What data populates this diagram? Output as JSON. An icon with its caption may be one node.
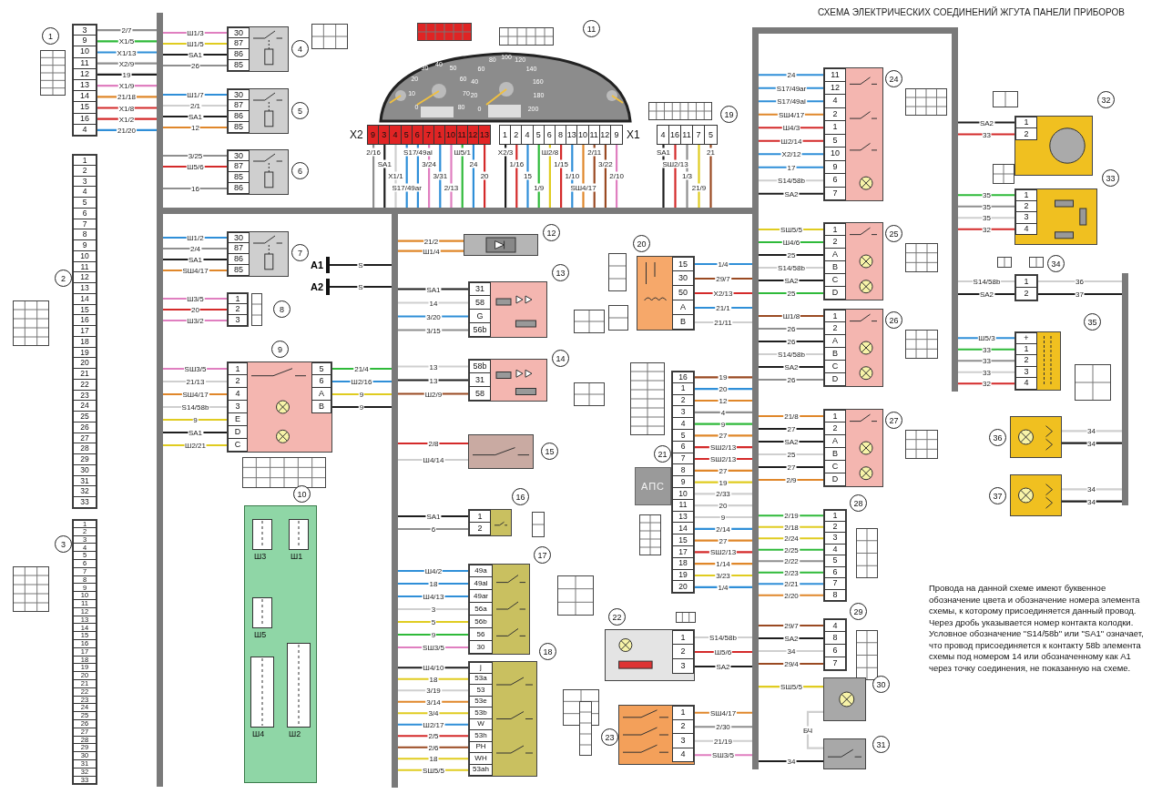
{
  "diagram": {
    "title": "СХЕМА ЭЛЕКТРИЧЕСКИХ СОЕДИНЕНИЙ ЖГУТА ПАНЕЛИ ПРИБОРОВ",
    "nodes": [
      {
        "text": [],
        "shape": "bar"
      },
      {
        "text": [],
        "shape": "bar"
      },
      {
        "text": [],
        "shape": "bar"
      },
      {
        "text": [],
        "shape": "bar"
      },
      {
        "text": [],
        "shape": "bar"
      },
      {
        "text": [
          "3",
          "9",
          "10",
          "11",
          "12",
          "13",
          "14",
          "15",
          "16",
          "4"
        ],
        "beside": [
          "1"
        ]
      },
      {
        "text": [
          "1",
          "2",
          "3",
          "4",
          "5",
          "6",
          "7",
          "8",
          "9",
          "10",
          "11",
          "12",
          "13",
          "14",
          "15",
          "16",
          "17",
          "18",
          "19",
          "20",
          "21",
          "22",
          "23",
          "24",
          "25",
          "26",
          "27",
          "28",
          "29",
          "30",
          "31",
          "32",
          "33"
        ],
        "beside": [
          "2"
        ]
      },
      {
        "text": [
          "1",
          "2",
          "3",
          "4",
          "5",
          "6",
          "7",
          "8",
          "9",
          "10",
          "11",
          "12",
          "13",
          "14",
          "15",
          "16",
          "17",
          "18",
          "19",
          "20",
          "21",
          "22",
          "23",
          "24",
          "25",
          "26",
          "27",
          "28",
          "29",
          "30",
          "31",
          "32",
          "33"
        ],
        "beside": [
          "3"
        ]
      },
      {
        "text": [
          "30",
          "87",
          "86",
          "85"
        ],
        "beside": [
          "4"
        ]
      },
      {
        "text": [
          "30",
          "87",
          "86",
          "85"
        ],
        "beside": [
          "5"
        ]
      },
      {
        "text": [
          "30",
          "87",
          "85",
          "86"
        ],
        "beside": [
          "6"
        ]
      },
      {
        "text": [
          "30",
          "87",
          "86",
          "85"
        ],
        "beside": [
          "7"
        ]
      },
      {
        "text": [
          "1",
          "2",
          "3"
        ],
        "beside": [
          "8"
        ]
      },
      {
        "text": [
          "1",
          "2",
          "4",
          "3",
          "E",
          "D",
          "C",
          "5",
          "6",
          "A",
          "B"
        ],
        "beside": [
          "9"
        ]
      },
      {
        "text": [
          "A1"
        ]
      },
      {
        "text": [
          "A2"
        ]
      },
      {
        "text": [],
        "shape": "box",
        "beside": [
          "12"
        ]
      },
      {
        "text": [
          "31",
          "58",
          "G",
          "56b"
        ],
        "beside": [
          "13"
        ]
      },
      {
        "text": [
          "58b",
          "31",
          "58"
        ],
        "beside": [
          "14"
        ]
      },
      {
        "text": [],
        "shape": "box",
        "beside": [
          "15"
        ]
      },
      {
        "text": [
          "1",
          "2"
        ],
        "beside": [
          "16"
        ]
      },
      {
        "text": [
          "49a",
          "49al",
          "49ar",
          "56a",
          "56b",
          "56",
          "30"
        ],
        "beside": [
          "17"
        ]
      },
      {
        "text": [
          "j",
          "53a",
          "53",
          "53e",
          "53b",
          "W",
          "53h",
          "PH",
          "WH",
          "53ah"
        ],
        "beside": [
          "18"
        ]
      },
      {
        "text": [
          "Ш3",
          "Ш1",
          "Ш5",
          "Ш4",
          "Ш2"
        ],
        "beside": [
          "10"
        ]
      },
      {
        "text": [],
        "shape": "picture",
        "beside": [
          "11"
        ]
      },
      {
        "text": [
          "9",
          "3",
          "4",
          "5",
          "6",
          "7",
          "1",
          "10",
          "11",
          "12",
          "13"
        ],
        "beside": [
          "X2"
        ]
      },
      {
        "text": [
          "1",
          "2",
          "4",
          "5",
          "6",
          "8",
          "13",
          "10",
          "11",
          "12",
          "9"
        ],
        "beside": [
          "X1"
        ]
      },
      {
        "text": [
          "4",
          "16",
          "11",
          "7",
          "5"
        ],
        "beside": [
          "19"
        ]
      },
      {
        "text": [
          "15",
          "30",
          "50",
          "A",
          "B"
        ],
        "beside": [
          "20"
        ]
      },
      {
        "text": [
          "АПС"
        ]
      },
      {
        "text": [
          "16",
          "1",
          "2",
          "3",
          "4",
          "5",
          "6",
          "7",
          "8",
          "9",
          "10",
          "11",
          "13",
          "14",
          "15",
          "17",
          "18",
          "19",
          "20"
        ],
        "beside": [
          "21"
        ]
      },
      {
        "text": [
          "1",
          "2",
          "3"
        ],
        "beside": [
          "22"
        ]
      },
      {
        "text": [
          "1",
          "2",
          "3",
          "4"
        ],
        "beside": [
          "23"
        ]
      },
      {
        "text": [
          "11",
          "12",
          "4",
          "2",
          "1",
          "5",
          "10",
          "9",
          "6",
          "7"
        ],
        "beside": [
          "24"
        ]
      },
      {
        "text": [
          "1",
          "2",
          "A",
          "B",
          "C",
          "D"
        ],
        "beside": [
          "25"
        ]
      },
      {
        "text": [
          "1",
          "2",
          "A",
          "B",
          "C",
          "D"
        ],
        "beside": [
          "26"
        ]
      },
      {
        "text": [
          "1",
          "2",
          "A",
          "B",
          "C",
          "D"
        ],
        "beside": [
          "27"
        ]
      },
      {
        "text": [
          "1",
          "2",
          "3",
          "4",
          "5",
          "6",
          "7",
          "8"
        ],
        "beside": [
          "28"
        ]
      },
      {
        "text": [
          "4",
          "8",
          "6",
          "7"
        ],
        "beside": [
          "29"
        ]
      },
      {
        "text": [],
        "shape": "box",
        "beside": [
          "30"
        ]
      },
      {
        "text": [],
        "shape": "box",
        "beside": [
          "31"
        ]
      },
      {
        "text": [
          "1",
          "2"
        ],
        "beside": [
          "32"
        ]
      },
      {
        "text": [
          "1",
          "2",
          "3",
          "4"
        ],
        "beside": [
          "33"
        ]
      },
      {
        "text": [
          "1",
          "2"
        ],
        "beside": [
          "34"
        ]
      },
      {
        "text": [
          "+",
          "1",
          "2",
          "3",
          "4"
        ],
        "beside": [
          "35"
        ]
      },
      {
        "text": [],
        "shape": "box",
        "beside": [
          "36"
        ]
      },
      {
        "text": [],
        "shape": "box",
        "beside": [
          "37"
        ]
      },
      {
        "text": [],
        "shape": "bar"
      }
    ],
    "edges": [
      {
        "from": 5,
        "to": 0,
        "arrow": "none",
        "label": "2/7",
        "color": "#8f8f8f"
      },
      {
        "from": 5,
        "to": 0,
        "arrow": "none",
        "label": "X1/5",
        "color": "#2fba3a"
      },
      {
        "from": 5,
        "to": 0,
        "arrow": "none",
        "label": "X1/13",
        "color": "#2f8fd8"
      },
      {
        "from": 5,
        "to": 0,
        "arrow": "none",
        "label": "X2/9",
        "color": "#8f8f8f"
      },
      {
        "from": 5,
        "to": 0,
        "arrow": "none",
        "label": "19",
        "color": "#1e1e1e"
      },
      {
        "from": 5,
        "to": 0,
        "arrow": "none",
        "label": "X1/9",
        "color": "#e07fc0"
      },
      {
        "from": 5,
        "to": 0,
        "arrow": "none",
        "label": "21/18",
        "color": "#e0872a"
      },
      {
        "from": 5,
        "to": 0,
        "arrow": "none",
        "label": "X1/8",
        "color": "#d42a2a"
      },
      {
        "from": 5,
        "to": 0,
        "arrow": "none",
        "label": "X1/2",
        "color": "#d42a2a"
      },
      {
        "from": 5,
        "to": 0,
        "arrow": "none",
        "label": "21/20",
        "color": "#2f8fd8"
      },
      {
        "from": 8,
        "to": 0,
        "arrow": "none",
        "label": "Ш1/3",
        "color": "#e07fc0"
      },
      {
        "from": 8,
        "to": 0,
        "arrow": "none",
        "label": "Ш1/5",
        "color": "#e0cc20"
      },
      {
        "from": 8,
        "to": 0,
        "arrow": "none",
        "label": "SA1",
        "color": "#1e1e1e"
      },
      {
        "from": 8,
        "to": 0,
        "arrow": "none",
        "label": "26",
        "color": "#8f8f8f"
      },
      {
        "from": 9,
        "to": 0,
        "arrow": "none",
        "label": "Ш1/7",
        "color": "#2f8fd8"
      },
      {
        "from": 9,
        "to": 0,
        "arrow": "none",
        "label": "2/1",
        "color": "#cfcfcf"
      },
      {
        "from": 9,
        "to": 0,
        "arrow": "none",
        "label": "SA1",
        "color": "#1e1e1e"
      },
      {
        "from": 9,
        "to": 0,
        "arrow": "none",
        "label": "12",
        "color": "#e0872a"
      },
      {
        "from": 10,
        "to": 0,
        "arrow": "none",
        "label": "3/25",
        "color": "#8f8f8f"
      },
      {
        "from": 10,
        "to": 0,
        "arrow": "none",
        "label": "Ш5/6",
        "color": "#d42a2a"
      },
      {
        "from": 10,
        "to": 0,
        "arrow": "none",
        "label": "16",
        "color": "#8f8f8f"
      },
      {
        "from": 11,
        "to": 0,
        "arrow": "none",
        "label": "Ш1/2",
        "color": "#2f8fd8"
      },
      {
        "from": 11,
        "to": 0,
        "arrow": "none",
        "label": "2/4",
        "color": "#8f8f8f"
      },
      {
        "from": 11,
        "to": 0,
        "arrow": "none",
        "label": "SA1",
        "color": "#1e1e1e"
      },
      {
        "from": 11,
        "to": 0,
        "arrow": "none",
        "label": "SШ4/17",
        "color": "#e0872a"
      },
      {
        "from": 12,
        "to": 0,
        "arrow": "none",
        "label": "Ш3/5",
        "color": "#e07fc0"
      },
      {
        "from": 12,
        "to": 0,
        "arrow": "none",
        "label": "20",
        "color": "#d42a2a"
      },
      {
        "from": 12,
        "to": 0,
        "arrow": "none",
        "label": "Ш3/2",
        "color": "#e07fc0"
      },
      {
        "from": 13,
        "to": 0,
        "arrow": "none",
        "label": "SШ3/5",
        "color": "#e07fc0"
      },
      {
        "from": 13,
        "to": 0,
        "arrow": "none",
        "label": "21/13",
        "color": "#cfcfcf"
      },
      {
        "from": 13,
        "to": 0,
        "arrow": "none",
        "label": "SШ4/17",
        "color": "#e0872a"
      },
      {
        "from": 13,
        "to": 0,
        "arrow": "none",
        "label": "S14/58b",
        "color": "#cfcfcf"
      },
      {
        "from": 13,
        "to": 0,
        "arrow": "none",
        "label": "9",
        "color": "#e0cc20"
      },
      {
        "from": 13,
        "to": 0,
        "arrow": "none",
        "label": "SA1",
        "color": "#1e1e1e"
      },
      {
        "from": 13,
        "to": 0,
        "arrow": "none",
        "label": "Ш2/21",
        "color": "#e0cc20"
      },
      {
        "from": 13,
        "to": 2,
        "arrow": "none",
        "label": "21/4",
        "color": "#2fba3a"
      },
      {
        "from": 13,
        "to": 2,
        "arrow": "none",
        "label": "Ш2/16",
        "color": "#2f8fd8"
      },
      {
        "from": 13,
        "to": 2,
        "arrow": "none",
        "label": "9",
        "color": "#e0cc20"
      },
      {
        "from": 13,
        "to": 2,
        "arrow": "none",
        "label": "9",
        "color": "#1e1e1e"
      },
      {
        "from": 14,
        "to": 2,
        "arrow": "none",
        "label": "S",
        "color": "#1e1e1e"
      },
      {
        "from": 15,
        "to": 2,
        "arrow": "none",
        "label": "S",
        "color": "#1e1e1e"
      },
      {
        "from": 16,
        "to": 2,
        "arrow": "none",
        "label": "21/2",
        "color": "#e0872a"
      },
      {
        "from": 16,
        "to": 2,
        "arrow": "none",
        "label": "Ш1/4",
        "color": "#e0872a"
      },
      {
        "from": 17,
        "to": 2,
        "arrow": "none",
        "label": "SA1",
        "color": "#1e1e1e"
      },
      {
        "from": 17,
        "to": 2,
        "arrow": "none",
        "label": "14",
        "color": "#cfcfcf"
      },
      {
        "from": 17,
        "to": 2,
        "arrow": "none",
        "label": "3/20",
        "color": "#2f8fd8"
      },
      {
        "from": 17,
        "to": 2,
        "arrow": "none",
        "label": "3/15",
        "color": "#8f8f8f"
      },
      {
        "from": 18,
        "to": 2,
        "arrow": "none",
        "label": "13",
        "color": "#cfcfcf"
      },
      {
        "from": 18,
        "to": 2,
        "arrow": "none",
        "label": "13",
        "color": "#1e1e1e"
      },
      {
        "from": 18,
        "to": 2,
        "arrow": "none",
        "label": "Ш2/9",
        "color": "#9a4a22"
      },
      {
        "from": 19,
        "to": 2,
        "arrow": "none",
        "label": "2/8",
        "color": "#d42a2a"
      },
      {
        "from": 19,
        "to": 2,
        "arrow": "none",
        "label": "Ш4/14",
        "color": "#cfcfcf"
      },
      {
        "from": 20,
        "to": 2,
        "arrow": "none",
        "label": "SA1",
        "color": "#1e1e1e"
      },
      {
        "from": 20,
        "to": 2,
        "arrow": "none",
        "label": "6",
        "color": "#8f8f8f"
      },
      {
        "from": 21,
        "to": 2,
        "arrow": "none",
        "label": "Ш4/2",
        "color": "#2f8fd8"
      },
      {
        "from": 21,
        "to": 2,
        "arrow": "none",
        "label": "18",
        "color": "#2f8fd8"
      },
      {
        "from": 21,
        "to": 2,
        "arrow": "none",
        "label": "Ш4/13",
        "color": "#2f8fd8"
      },
      {
        "from": 21,
        "to": 2,
        "arrow": "none",
        "label": "3",
        "color": "#cfcfcf"
      },
      {
        "from": 21,
        "to": 2,
        "arrow": "none",
        "label": "5",
        "color": "#e0cc20"
      },
      {
        "from": 21,
        "to": 2,
        "arrow": "none",
        "label": "9",
        "color": "#2fba3a"
      },
      {
        "from": 21,
        "to": 2,
        "arrow": "none",
        "label": "SШ3/5",
        "color": "#e07fc0"
      },
      {
        "from": 22,
        "to": 2,
        "arrow": "none",
        "label": "Ш4/10",
        "color": "#1e1e1e"
      },
      {
        "from": 22,
        "to": 2,
        "arrow": "none",
        "label": "18",
        "color": "#e0cc20"
      },
      {
        "from": 22,
        "to": 2,
        "arrow": "none",
        "label": "3/19",
        "color": "#cfcfcf"
      },
      {
        "from": 22,
        "to": 2,
        "arrow": "none",
        "label": "3/14",
        "color": "#e0872a"
      },
      {
        "from": 22,
        "to": 2,
        "arrow": "none",
        "label": "3/4",
        "color": "#e0cc20"
      },
      {
        "from": 22,
        "to": 2,
        "arrow": "none",
        "label": "Ш2/17",
        "color": "#2f8fd8"
      },
      {
        "from": 22,
        "to": 2,
        "arrow": "none",
        "label": "2/5",
        "color": "#d42a2a"
      },
      {
        "from": 22,
        "to": 2,
        "arrow": "none",
        "label": "2/6",
        "color": "#9a4a22"
      },
      {
        "from": 22,
        "to": 2,
        "arrow": "none",
        "label": "18",
        "color": "#e0cc20"
      },
      {
        "from": 22,
        "to": 2,
        "arrow": "none",
        "label": "SШ5/5",
        "color": "#e0cc20"
      },
      {
        "from": 25,
        "to": 1,
        "arrow": "none",
        "label": "2/16",
        "color": "#8f8f8f"
      },
      {
        "from": 25,
        "to": 1,
        "arrow": "none",
        "label": "SA1",
        "color": "#1e1e1e"
      },
      {
        "from": 25,
        "to": 1,
        "arrow": "none",
        "label": "X1/1",
        "color": "#cfcfcf"
      },
      {
        "from": 25,
        "to": 1,
        "arrow": "none",
        "label": "S17/49ar",
        "color": "#2f8fd8"
      },
      {
        "from": 25,
        "to": 1,
        "arrow": "none",
        "label": "S17/49al",
        "color": "#2f8fd8"
      },
      {
        "from": 25,
        "to": 1,
        "arrow": "none",
        "label": "3/24",
        "color": "#e07fc0"
      },
      {
        "from": 25,
        "to": 1,
        "arrow": "none",
        "label": "3/31",
        "color": "#2f8fd8"
      },
      {
        "from": 25,
        "to": 1,
        "arrow": "none",
        "label": "2/13",
        "color": "#e07fc0"
      },
      {
        "from": 25,
        "to": 1,
        "arrow": "none",
        "label": "Ш5/1",
        "color": "#2fba3a"
      },
      {
        "from": 25,
        "to": 1,
        "arrow": "none",
        "label": "24",
        "color": "#2f8fd8"
      },
      {
        "from": 25,
        "to": 1,
        "arrow": "none",
        "label": "20",
        "color": "#d42a2a"
      },
      {
        "from": 26,
        "to": 1,
        "arrow": "none",
        "label": "X2/3",
        "color": "#1e1e1e"
      },
      {
        "from": 26,
        "to": 1,
        "arrow": "none",
        "label": "1/16",
        "color": "#d42a2a"
      },
      {
        "from": 26,
        "to": 1,
        "arrow": "none",
        "label": "15",
        "color": "#2f8fd8"
      },
      {
        "from": 26,
        "to": 1,
        "arrow": "none",
        "label": "1/9",
        "color": "#2fba3a"
      },
      {
        "from": 26,
        "to": 1,
        "arrow": "none",
        "label": "Ш2/8",
        "color": "#e0cc20"
      },
      {
        "from": 26,
        "to": 1,
        "arrow": "none",
        "label": "1/15",
        "color": "#d42a2a"
      },
      {
        "from": 26,
        "to": 1,
        "arrow": "none",
        "label": "1/10",
        "color": "#2f8fd8"
      },
      {
        "from": 26,
        "to": 1,
        "arrow": "none",
        "label": "SШ4/17",
        "color": "#e0872a"
      },
      {
        "from": 26,
        "to": 1,
        "arrow": "none",
        "label": "2/11",
        "color": "#9a4a22"
      },
      {
        "from": 26,
        "to": 1,
        "arrow": "none",
        "label": "3/22",
        "color": "#9a4a22"
      },
      {
        "from": 26,
        "to": 1,
        "arrow": "none",
        "label": "2/10",
        "color": "#e07fc0"
      },
      {
        "from": 27,
        "to": 1,
        "arrow": "none",
        "label": "SA1",
        "color": "#1e1e1e"
      },
      {
        "from": 27,
        "to": 1,
        "arrow": "none",
        "label": "SШ2/13",
        "color": "#d42a2a"
      },
      {
        "from": 27,
        "to": 1,
        "arrow": "none",
        "label": "1/3",
        "color": "#8f8f8f"
      },
      {
        "from": 27,
        "to": 1,
        "arrow": "none",
        "label": "21/9",
        "color": "#e0cc20"
      },
      {
        "from": 27,
        "to": 1,
        "arrow": "none",
        "label": "21",
        "color": "#9a4a22"
      },
      {
        "from": 28,
        "to": 3,
        "arrow": "none",
        "label": "1/4",
        "color": "#2f8fd8"
      },
      {
        "from": 28,
        "to": 3,
        "arrow": "none",
        "label": "29/7",
        "color": "#9a4a22"
      },
      {
        "from": 28,
        "to": 3,
        "arrow": "none",
        "label": "X2/13",
        "color": "#d42a2a"
      },
      {
        "from": 28,
        "to": 3,
        "arrow": "none",
        "label": "21/1",
        "color": "#2f8fd8"
      },
      {
        "from": 28,
        "to": 3,
        "arrow": "none",
        "label": "21/11",
        "color": "#cfcfcf"
      },
      {
        "from": 30,
        "to": 3,
        "arrow": "none",
        "label": "19",
        "color": "#9a4a22"
      },
      {
        "from": 30,
        "to": 3,
        "arrow": "none",
        "label": "20",
        "color": "#2f8fd8"
      },
      {
        "from": 30,
        "to": 3,
        "arrow": "none",
        "label": "12",
        "color": "#e0872a"
      },
      {
        "from": 30,
        "to": 3,
        "arrow": "none",
        "label": "4",
        "color": "#8f8f8f"
      },
      {
        "from": 30,
        "to": 3,
        "arrow": "none",
        "label": "9",
        "color": "#2fba3a"
      },
      {
        "from": 30,
        "to": 3,
        "arrow": "none",
        "label": "27",
        "color": "#e0872a"
      },
      {
        "from": 30,
        "to": 3,
        "arrow": "none",
        "label": "SШ2/13",
        "color": "#d42a2a"
      },
      {
        "from": 30,
        "to": 3,
        "arrow": "none",
        "label": "SШ2/13",
        "color": "#d42a2a"
      },
      {
        "from": 30,
        "to": 3,
        "arrow": "none",
        "label": "27",
        "color": "#e0872a"
      },
      {
        "from": 30,
        "to": 3,
        "arrow": "none",
        "label": "19",
        "color": "#e0cc20"
      },
      {
        "from": 30,
        "to": 3,
        "arrow": "none",
        "label": "2/33",
        "color": "#cfcfcf"
      },
      {
        "from": 30,
        "to": 3,
        "arrow": "none",
        "label": "20",
        "color": "#cfcfcf"
      },
      {
        "from": 30,
        "to": 3,
        "arrow": "none",
        "label": "9",
        "color": "#cfcfcf"
      },
      {
        "from": 30,
        "to": 3,
        "arrow": "none",
        "label": "2/14",
        "color": "#2f8fd8"
      },
      {
        "from": 30,
        "to": 3,
        "arrow": "none",
        "label": "27",
        "color": "#e0872a"
      },
      {
        "from": 30,
        "to": 3,
        "arrow": "none",
        "label": "SШ2/13",
        "color": "#d42a2a"
      },
      {
        "from": 30,
        "to": 3,
        "arrow": "none",
        "label": "1/14",
        "color": "#e0872a"
      },
      {
        "from": 30,
        "to": 3,
        "arrow": "none",
        "label": "3/23",
        "color": "#e0cc20"
      },
      {
        "from": 30,
        "to": 3,
        "arrow": "none",
        "label": "1/4",
        "color": "#2f8fd8"
      },
      {
        "from": 31,
        "to": 3,
        "arrow": "none",
        "label": "S14/58b",
        "color": "#cfcfcf"
      },
      {
        "from": 31,
        "to": 3,
        "arrow": "none",
        "label": "Ш5/6",
        "color": "#d42a2a"
      },
      {
        "from": 31,
        "to": 3,
        "arrow": "none",
        "label": "SA2",
        "color": "#1e1e1e"
      },
      {
        "from": 32,
        "to": 3,
        "arrow": "none",
        "label": "SШ4/17",
        "color": "#e0872a"
      },
      {
        "from": 32,
        "to": 3,
        "arrow": "none",
        "label": "2/30",
        "color": "#8f8f8f"
      },
      {
        "from": 32,
        "to": 3,
        "arrow": "none",
        "label": "21/19",
        "color": "#cfcfcf"
      },
      {
        "from": 32,
        "to": 3,
        "arrow": "none",
        "label": "SШ3/5",
        "color": "#e07fc0"
      },
      {
        "from": 33,
        "to": 3,
        "arrow": "none",
        "label": "24",
        "color": "#2f8fd8"
      },
      {
        "from": 33,
        "to": 3,
        "arrow": "none",
        "label": "S17/49ar",
        "color": "#2f8fd8"
      },
      {
        "from": 33,
        "to": 3,
        "arrow": "none",
        "label": "S17/49al",
        "color": "#2f8fd8"
      },
      {
        "from": 33,
        "to": 3,
        "arrow": "none",
        "label": "SШ4/17",
        "color": "#e0872a"
      },
      {
        "from": 33,
        "to": 3,
        "arrow": "none",
        "label": "Ш4/3",
        "color": "#d42a2a"
      },
      {
        "from": 33,
        "to": 3,
        "arrow": "none",
        "label": "Ш2/14",
        "color": "#d42a2a"
      },
      {
        "from": 33,
        "to": 3,
        "arrow": "none",
        "label": "X2/12",
        "color": "#2f8fd8"
      },
      {
        "from": 33,
        "to": 3,
        "arrow": "none",
        "label": "17",
        "color": "#2f8fd8"
      },
      {
        "from": 33,
        "to": 3,
        "arrow": "none",
        "label": "S14/58b",
        "color": "#cfcfcf"
      },
      {
        "from": 33,
        "to": 3,
        "arrow": "none",
        "label": "SA2",
        "color": "#1e1e1e"
      },
      {
        "from": 34,
        "to": 3,
        "arrow": "none",
        "label": "SШ5/5",
        "color": "#e0cc20"
      },
      {
        "from": 34,
        "to": 3,
        "arrow": "none",
        "label": "Ш4/6",
        "color": "#2fba3a"
      },
      {
        "from": 34,
        "to": 3,
        "arrow": "none",
        "label": "25",
        "color": "#1e1e1e"
      },
      {
        "from": 34,
        "to": 3,
        "arrow": "none",
        "label": "S14/58b",
        "color": "#cfcfcf"
      },
      {
        "from": 34,
        "to": 3,
        "arrow": "none",
        "label": "SA2",
        "color": "#1e1e1e"
      },
      {
        "from": 34,
        "to": 3,
        "arrow": "none",
        "label": "25",
        "color": "#2fba3a"
      },
      {
        "from": 35,
        "to": 3,
        "arrow": "none",
        "label": "Ш1/8",
        "color": "#9a4a22"
      },
      {
        "from": 35,
        "to": 3,
        "arrow": "none",
        "label": "26",
        "color": "#8f8f8f"
      },
      {
        "from": 35,
        "to": 3,
        "arrow": "none",
        "label": "26",
        "color": "#1e1e1e"
      },
      {
        "from": 35,
        "to": 3,
        "arrow": "none",
        "label": "S14/58b",
        "color": "#cfcfcf"
      },
      {
        "from": 35,
        "to": 3,
        "arrow": "none",
        "label": "SA2",
        "color": "#1e1e1e"
      },
      {
        "from": 35,
        "to": 3,
        "arrow": "none",
        "label": "26",
        "color": "#8f8f8f"
      },
      {
        "from": 36,
        "to": 3,
        "arrow": "none",
        "label": "21/8",
        "color": "#e0872a"
      },
      {
        "from": 36,
        "to": 3,
        "arrow": "none",
        "label": "27",
        "color": "#1e1e1e"
      },
      {
        "from": 36,
        "to": 3,
        "arrow": "none",
        "label": "SA2",
        "color": "#1e1e1e"
      },
      {
        "from": 36,
        "to": 3,
        "arrow": "none",
        "label": "25",
        "color": "#cfcfcf"
      },
      {
        "from": 36,
        "to": 3,
        "arrow": "none",
        "label": "27",
        "color": "#1e1e1e"
      },
      {
        "from": 36,
        "to": 3,
        "arrow": "none",
        "label": "2/9",
        "color": "#e0872a"
      },
      {
        "from": 37,
        "to": 3,
        "arrow": "none",
        "label": "2/19",
        "color": "#2fba3a"
      },
      {
        "from": 37,
        "to": 3,
        "arrow": "none",
        "label": "2/18",
        "color": "#e0cc20"
      },
      {
        "from": 37,
        "to": 3,
        "arrow": "none",
        "label": "2/24",
        "color": "#e0cc20"
      },
      {
        "from": 37,
        "to": 3,
        "arrow": "none",
        "label": "2/25",
        "color": "#2fba3a"
      },
      {
        "from": 37,
        "to": 3,
        "arrow": "none",
        "label": "2/22",
        "color": "#8f8f8f"
      },
      {
        "from": 37,
        "to": 3,
        "arrow": "none",
        "label": "2/23",
        "color": "#2fba3a"
      },
      {
        "from": 37,
        "to": 3,
        "arrow": "none",
        "label": "2/21",
        "color": "#2f8fd8"
      },
      {
        "from": 37,
        "to": 3,
        "arrow": "none",
        "label": "2/20",
        "color": "#e0872a"
      },
      {
        "from": 38,
        "to": 3,
        "arrow": "none",
        "label": "29/7",
        "color": "#9a4a22"
      },
      {
        "from": 38,
        "to": 3,
        "arrow": "none",
        "label": "SA2",
        "color": "#1e1e1e"
      },
      {
        "from": 38,
        "to": 3,
        "arrow": "none",
        "label": "34",
        "color": "#cfcfcf"
      },
      {
        "from": 38,
        "to": 3,
        "arrow": "none",
        "label": "29/4",
        "color": "#9a4a22"
      },
      {
        "from": 39,
        "to": 3,
        "arrow": "none",
        "label": "SШ5/5",
        "color": "#e0cc20"
      },
      {
        "from": 39,
        "to": 40,
        "arrow": "none",
        "label": "БЧ",
        "color": "#cfcfcf"
      },
      {
        "from": 40,
        "to": 3,
        "arrow": "none",
        "label": "34",
        "color": "#1e1e1e"
      },
      {
        "from": 41,
        "to": 4,
        "arrow": "none",
        "label": "SA2",
        "color": "#1e1e1e"
      },
      {
        "from": 41,
        "to": 4,
        "arrow": "none",
        "label": "33",
        "color": "#d42a2a"
      },
      {
        "from": 42,
        "to": 4,
        "arrow": "none",
        "label": "35",
        "color": "#2fba3a"
      },
      {
        "from": 42,
        "to": 4,
        "arrow": "none",
        "label": "35",
        "color": "#8f8f8f"
      },
      {
        "from": 42,
        "to": 4,
        "arrow": "none",
        "label": "35",
        "color": "#cfcfcf"
      },
      {
        "from": 42,
        "to": 4,
        "arrow": "none",
        "label": "32",
        "color": "#d42a2a"
      },
      {
        "from": 43,
        "to": 4,
        "arrow": "none",
        "label": "S14/58b",
        "color": "#cfcfcf"
      },
      {
        "from": 43,
        "to": 4,
        "arrow": "none",
        "label": "SA2",
        "color": "#1e1e1e"
      },
      {
        "from": 43,
        "to": 47,
        "arrow": "none",
        "label": "36",
        "color": "#cfcfcf"
      },
      {
        "from": 43,
        "to": 47,
        "arrow": "none",
        "label": "37",
        "color": "#1e1e1e"
      },
      {
        "from": 44,
        "to": 4,
        "arrow": "none",
        "label": "Ш5/3",
        "color": "#2f8fd8"
      },
      {
        "from": 44,
        "to": 4,
        "arrow": "none",
        "label": "33",
        "color": "#2fba3a"
      },
      {
        "from": 44,
        "to": 4,
        "arrow": "none",
        "label": "33",
        "color": "#8f8f8f"
      },
      {
        "from": 44,
        "to": 4,
        "arrow": "none",
        "label": "33",
        "color": "#cfcfcf"
      },
      {
        "from": 44,
        "to": 4,
        "arrow": "none",
        "label": "32",
        "color": "#d42a2a"
      },
      {
        "from": 45,
        "to": 47,
        "arrow": "none",
        "label": "34",
        "color": "#cfcfcf"
      },
      {
        "from": 45,
        "to": 47,
        "arrow": "none",
        "label": "34",
        "color": "#1e1e1e"
      },
      {
        "from": 46,
        "to": 47,
        "arrow": "none",
        "label": "34",
        "color": "#cfcfcf"
      },
      {
        "from": 46,
        "to": 47,
        "arrow": "none",
        "label": "34",
        "color": "#1e1e1e"
      }
    ],
    "labels": [
      "Провода на данной схеме имеют буквенное обозначение цвета и обозначение номера элемента схемы, к которому присоединяется данный провод. Через дробь указывается номер контакта колодки. Условное обозначение \"S14/58b\" или \"SA1\" означает, что провод присоединяется к контакту 58b элемента схемы под номером 14 или обозначенному как А1 через точку соединения, не показанную на схеме.",
      "0",
      "10",
      "20",
      "30",
      "40",
      "50",
      "60",
      "70",
      "80",
      "0",
      "20",
      "40",
      "60",
      "80",
      "100",
      "120",
      "140",
      "160",
      "180",
      "200"
    ]
  }
}
